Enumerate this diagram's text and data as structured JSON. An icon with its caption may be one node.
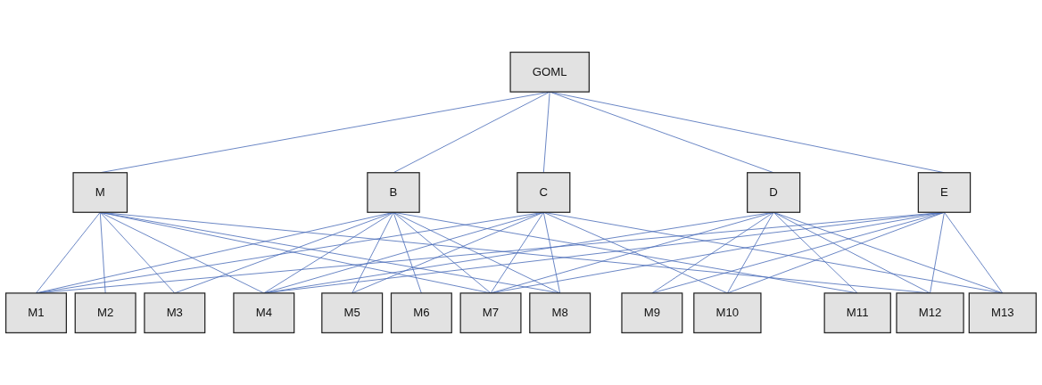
{
  "diagram": {
    "nodes": [
      {
        "text": [
          "GOML"
        ]
      },
      {
        "text": [
          "M"
        ]
      },
      {
        "text": [
          "B"
        ]
      },
      {
        "text": [
          "C"
        ]
      },
      {
        "text": [
          "D"
        ]
      },
      {
        "text": [
          "E"
        ]
      },
      {
        "text": [
          "M1"
        ]
      },
      {
        "text": [
          "M2"
        ]
      },
      {
        "text": [
          "M3"
        ]
      },
      {
        "text": [
          "M4"
        ]
      },
      {
        "text": [
          "M5"
        ]
      },
      {
        "text": [
          "M6"
        ]
      },
      {
        "text": [
          "M7"
        ]
      },
      {
        "text": [
          "M8"
        ]
      },
      {
        "text": [
          "M9"
        ]
      },
      {
        "text": [
          "M10"
        ]
      },
      {
        "text": [
          "M11"
        ]
      },
      {
        "text": [
          "M12"
        ]
      },
      {
        "text": [
          "M13"
        ]
      }
    ],
    "edges": [
      {
        "from": 0,
        "to": 1,
        "arrow": "none"
      },
      {
        "from": 0,
        "to": 2,
        "arrow": "none"
      },
      {
        "from": 0,
        "to": 3,
        "arrow": "none"
      },
      {
        "from": 0,
        "to": 4,
        "arrow": "none"
      },
      {
        "from": 0,
        "to": 5,
        "arrow": "none"
      },
      {
        "from": 1,
        "to": 6,
        "arrow": "none"
      },
      {
        "from": 1,
        "to": 7,
        "arrow": "none"
      },
      {
        "from": 1,
        "to": 8,
        "arrow": "none"
      },
      {
        "from": 1,
        "to": 9,
        "arrow": "none"
      },
      {
        "from": 1,
        "to": 12,
        "arrow": "none"
      },
      {
        "from": 1,
        "to": 13,
        "arrow": "none"
      },
      {
        "from": 1,
        "to": 17,
        "arrow": "none"
      },
      {
        "from": 2,
        "to": 6,
        "arrow": "none"
      },
      {
        "from": 2,
        "to": 8,
        "arrow": "none"
      },
      {
        "from": 2,
        "to": 9,
        "arrow": "none"
      },
      {
        "from": 2,
        "to": 10,
        "arrow": "none"
      },
      {
        "from": 2,
        "to": 11,
        "arrow": "none"
      },
      {
        "from": 2,
        "to": 12,
        "arrow": "none"
      },
      {
        "from": 2,
        "to": 13,
        "arrow": "none"
      },
      {
        "from": 2,
        "to": 16,
        "arrow": "none"
      },
      {
        "from": 3,
        "to": 6,
        "arrow": "none"
      },
      {
        "from": 3,
        "to": 9,
        "arrow": "none"
      },
      {
        "from": 3,
        "to": 10,
        "arrow": "none"
      },
      {
        "from": 3,
        "to": 12,
        "arrow": "none"
      },
      {
        "from": 3,
        "to": 13,
        "arrow": "none"
      },
      {
        "from": 3,
        "to": 15,
        "arrow": "none"
      },
      {
        "from": 3,
        "to": 18,
        "arrow": "none"
      },
      {
        "from": 4,
        "to": 9,
        "arrow": "none"
      },
      {
        "from": 4,
        "to": 12,
        "arrow": "none"
      },
      {
        "from": 4,
        "to": 14,
        "arrow": "none"
      },
      {
        "from": 4,
        "to": 15,
        "arrow": "none"
      },
      {
        "from": 4,
        "to": 16,
        "arrow": "none"
      },
      {
        "from": 4,
        "to": 17,
        "arrow": "none"
      },
      {
        "from": 4,
        "to": 18,
        "arrow": "none"
      },
      {
        "from": 5,
        "to": 6,
        "arrow": "none"
      },
      {
        "from": 5,
        "to": 9,
        "arrow": "none"
      },
      {
        "from": 5,
        "to": 12,
        "arrow": "none"
      },
      {
        "from": 5,
        "to": 14,
        "arrow": "none"
      },
      {
        "from": 5,
        "to": 15,
        "arrow": "none"
      },
      {
        "from": 5,
        "to": 17,
        "arrow": "none"
      },
      {
        "from": 5,
        "to": 18,
        "arrow": "none"
      }
    ]
  }
}
